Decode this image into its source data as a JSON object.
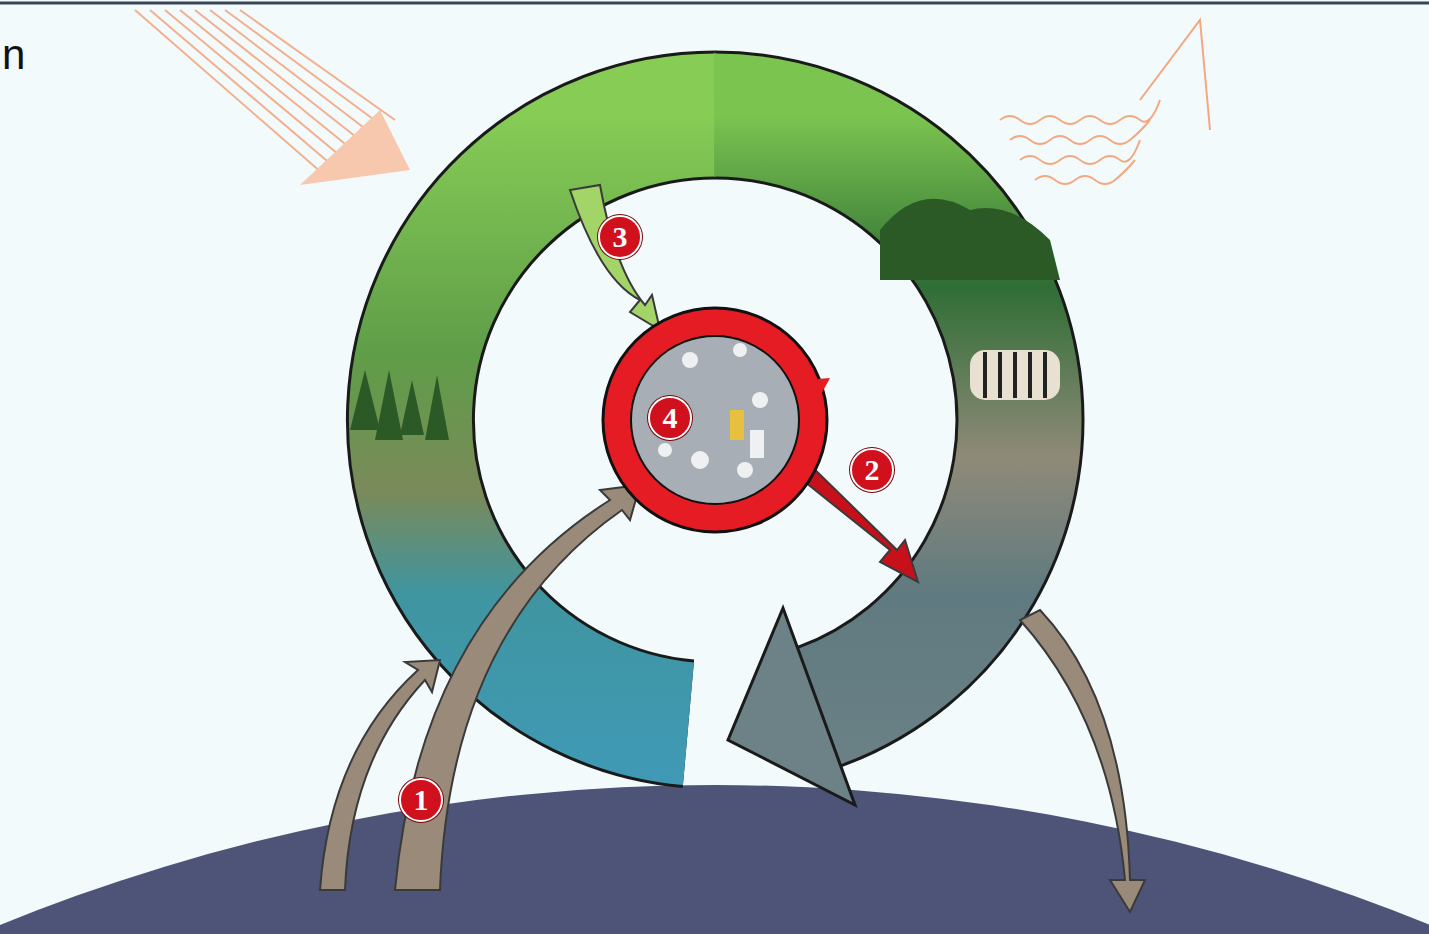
{
  "diagram": {
    "labels": [
      "n",
      "3",
      "4",
      "2",
      "1"
    ]
  }
}
